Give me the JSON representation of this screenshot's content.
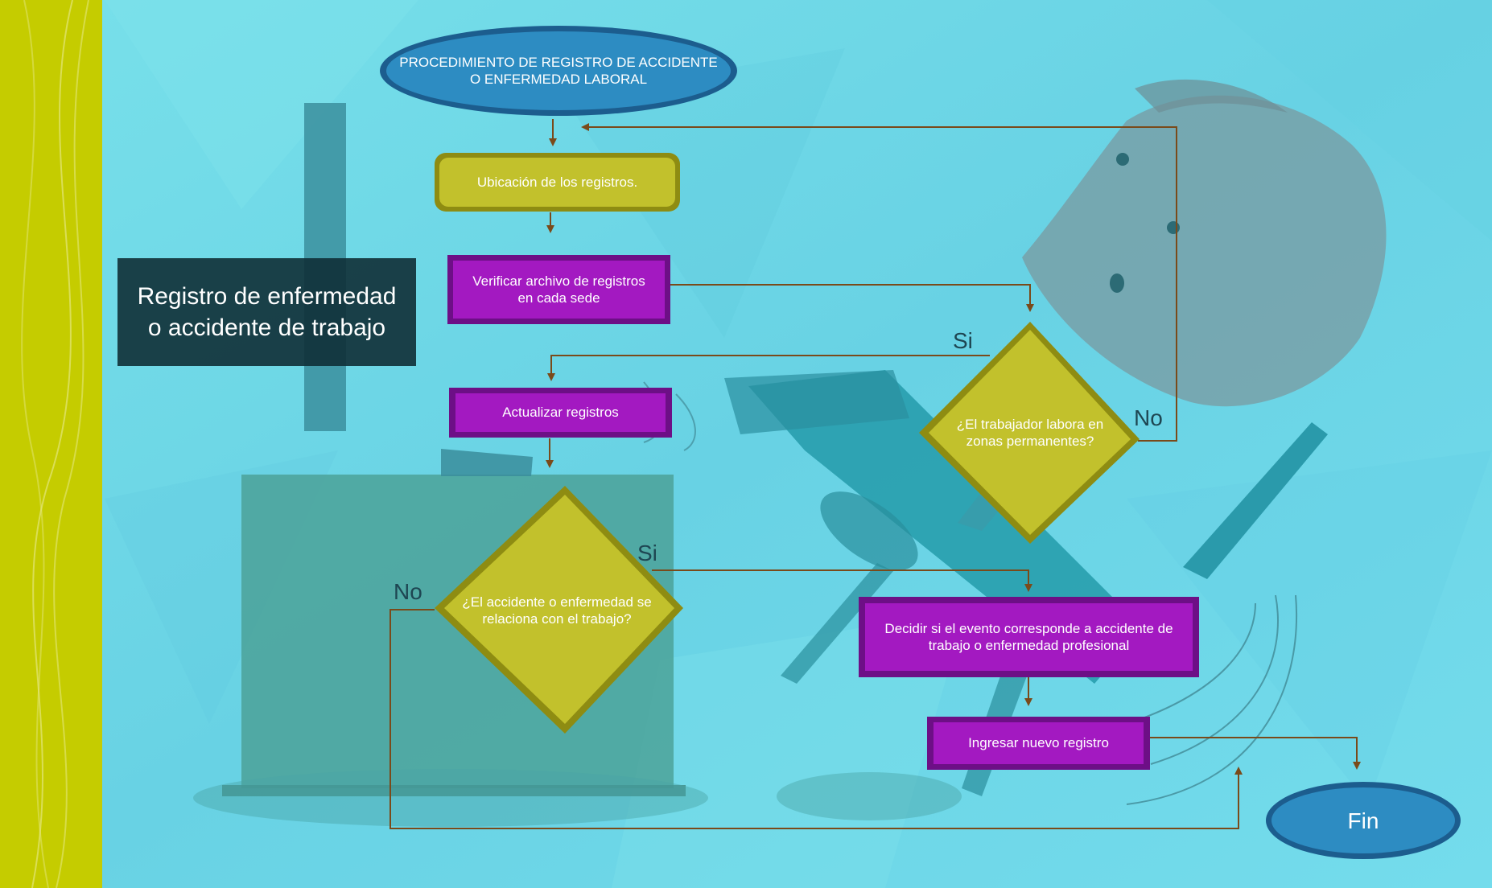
{
  "colors": {
    "background": "#6fd9e6",
    "left_band": "#c5cc00",
    "title_box": "#0f2f36",
    "ellipse_fill": "#2d8cc2",
    "ellipse_border": "#1c5d8e",
    "process_fill": "#a319c1",
    "process_border": "#6d0f86",
    "decision_fill": "#c2c12c",
    "decision_border": "#8e8c12",
    "connector": "#7a4a1a",
    "silhouette": "#3f8f9a"
  },
  "side_title": {
    "line1": "Registro de enfermedad",
    "line2": "o accidente de trabajo"
  },
  "start": {
    "line1": "PROCEDIMIENTO DE REGISTRO DE ACCIDENTE",
    "line2": "O ENFERMEDAD LABORAL"
  },
  "steps": {
    "location": "Ubicación de los registros.",
    "verify_line1": "Verificar archivo de registros",
    "verify_line2": "en cada sede",
    "update": "Actualizar registros",
    "decide_line1": "Decidir si el evento corresponde a accidente de",
    "decide_line2": "trabajo o enfermedad profesional",
    "new_record": "Ingresar nuevo registro"
  },
  "decisions": {
    "permanent_line1": "¿El trabajador labora en",
    "permanent_line2": "zonas permanentes?",
    "related_line1": "¿El accidente o enfermedad se",
    "related_line2": "relaciona con el trabajo?"
  },
  "labels": {
    "yes_top": "Si",
    "no_top": "No",
    "yes_bottom": "Si",
    "no_bottom": "No"
  },
  "end": {
    "label": "Fin"
  }
}
